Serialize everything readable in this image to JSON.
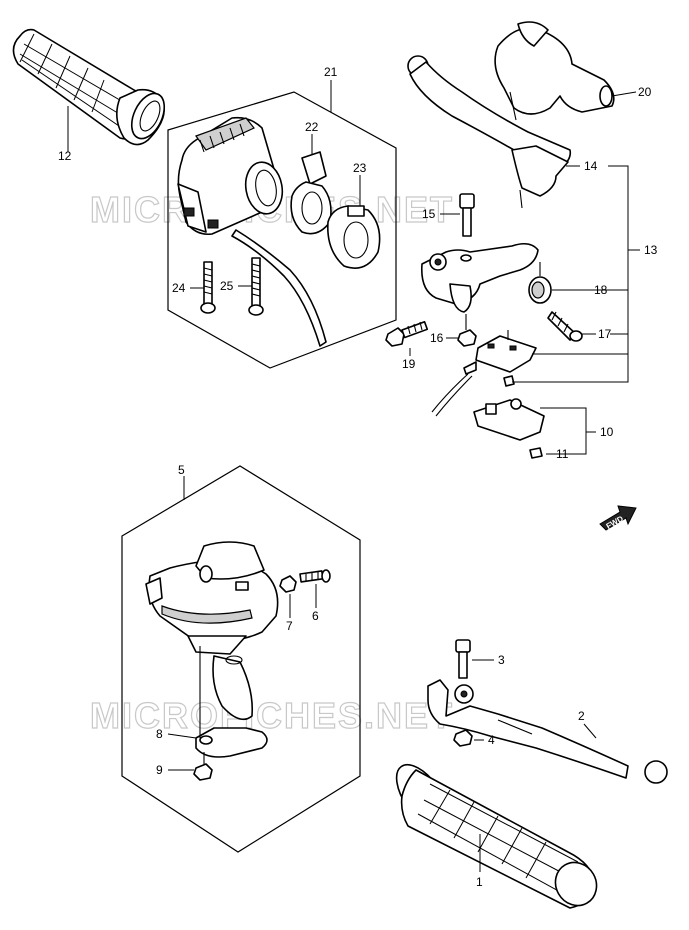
{
  "watermark": "MICROFICHES.NET",
  "direction_label": "FWD",
  "callouts": {
    "p1": "1",
    "p2": "2",
    "p3": "3",
    "p4": "4",
    "p5": "5",
    "p6": "6",
    "p7": "7",
    "p8": "8",
    "p9": "9",
    "p10": "10",
    "p11": "11",
    "p12": "12",
    "p13": "13",
    "p14": "14",
    "p15": "15",
    "p16": "16",
    "p17": "17",
    "p18": "18",
    "p19": "19",
    "p20": "20",
    "p21": "21",
    "p22": "22",
    "p23": "23",
    "p24": "24",
    "p25": "25"
  }
}
